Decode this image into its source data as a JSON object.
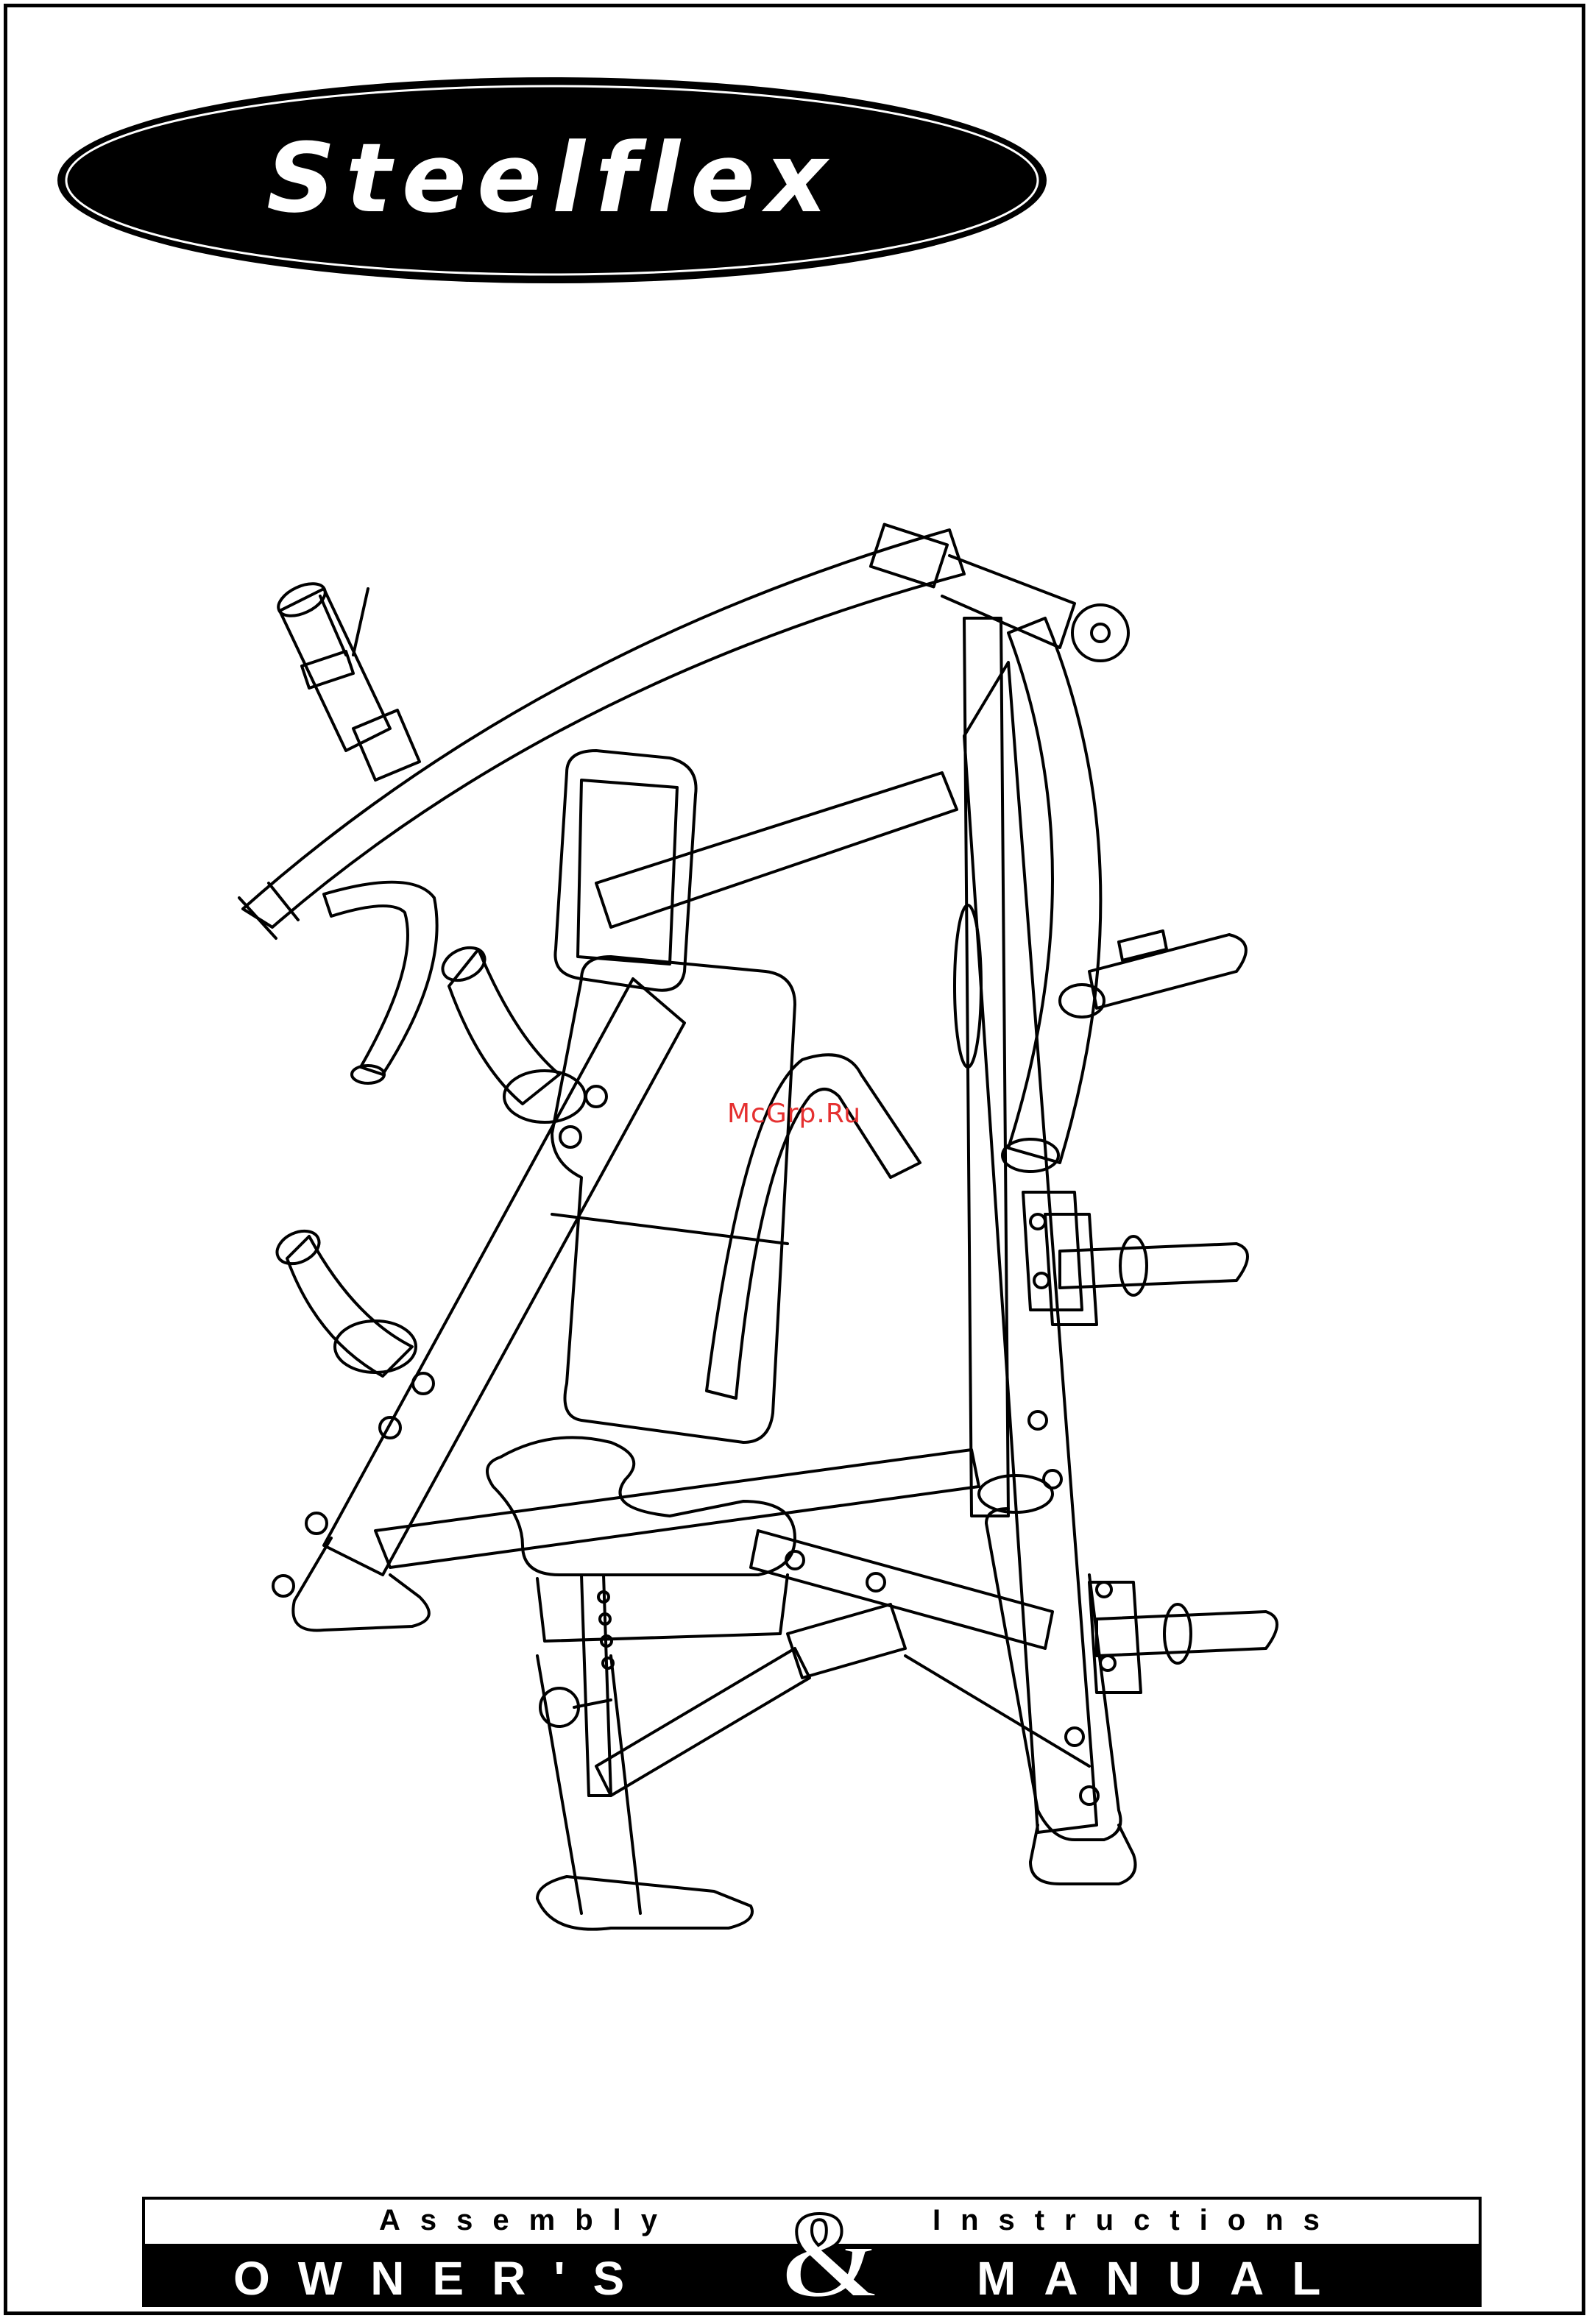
{
  "brand": {
    "logo_text": "Steelflex",
    "colors": {
      "ink": "#000000",
      "paper": "#ffffff",
      "watermark": "#e53030"
    }
  },
  "illustration": {
    "icon": "incline-press-machine-drawing"
  },
  "watermark": {
    "text": "McGrp.Ru"
  },
  "footer": {
    "subtitle_left": "Assembly",
    "ampersand": "&",
    "subtitle_right": "Instructions",
    "title_left": "OWNER'S",
    "title_right": "MANUAL"
  }
}
